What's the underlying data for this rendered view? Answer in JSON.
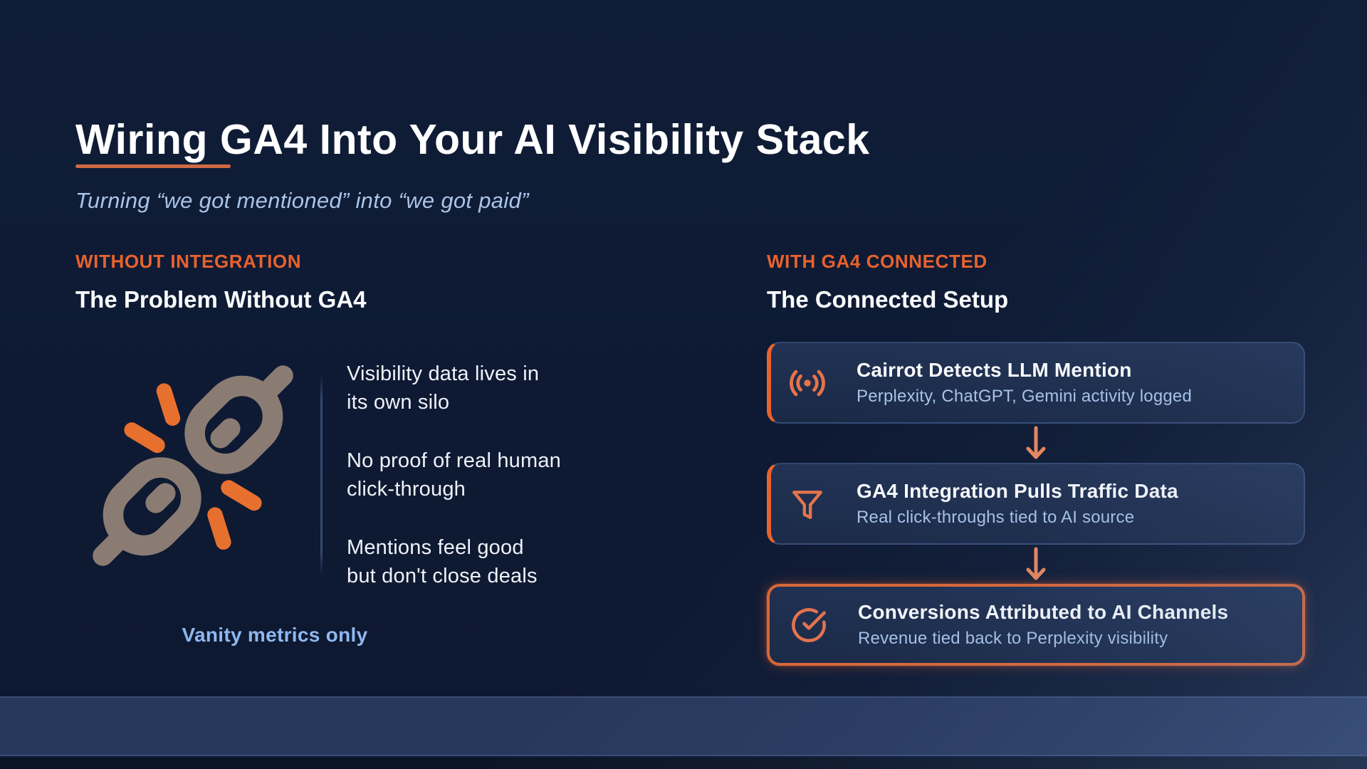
{
  "slide": {
    "title": "Wiring GA4 Into Your AI Visibility Stack",
    "subtitle": "Turning “we got mentioned” into “we got paid”"
  },
  "left": {
    "kicker": "WITHOUT INTEGRATION",
    "heading": "The Problem Without GA4",
    "icon": "broken-chain-icon",
    "bullets": [
      "Visibility data lives in\nits own silo",
      "No proof of real human\nclick-through",
      "Mentions feel good\nbut don't close deals"
    ],
    "caption": "Vanity metrics only"
  },
  "right": {
    "kicker": "WITH GA4 CONNECTED",
    "heading": "The Connected Setup",
    "steps": [
      {
        "icon": "radio-waves-icon",
        "title": "Cairrot Detects LLM Mention",
        "desc": "Perplexity, ChatGPT, Gemini activity logged"
      },
      {
        "icon": "funnel-icon",
        "title": "GA4 Integration Pulls Traffic Data",
        "desc": "Real click-throughs tied to AI source"
      },
      {
        "icon": "check-circle-icon",
        "title": "Conversions Attributed to AI Channels",
        "desc": "Revenue tied back to Perplexity visibility"
      }
    ]
  },
  "colors": {
    "background": "#0E1A33",
    "accent_orange": "#E8622D",
    "card_background": "#1D2C4E",
    "light_blue_text": "#A9C4E8",
    "chain_taupe": "#8B7C73",
    "footer_band": "#27385C"
  }
}
